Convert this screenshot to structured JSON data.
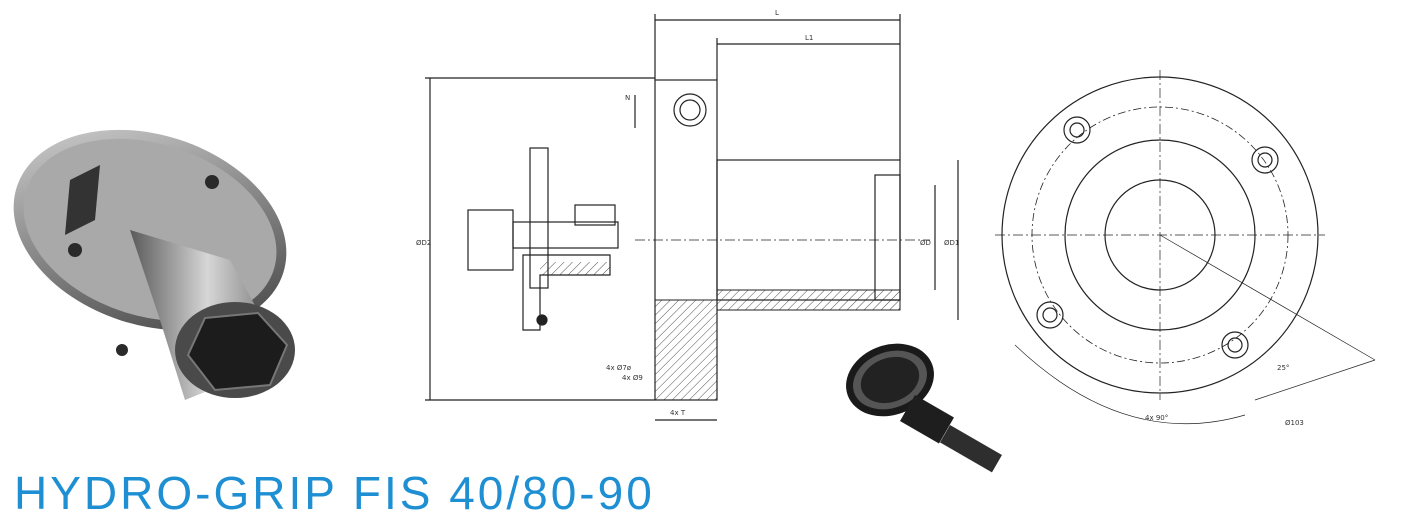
{
  "title": "HYDRO-GRIP FIS 40/80-90",
  "drawing_labels": {
    "L": "L",
    "L1": "L1",
    "N": "N",
    "D2": "ØD2",
    "D": "ØD",
    "D1": "ØD1",
    "hole_a": "4x Ø7ø",
    "hole_b": "4x Ø9",
    "bolt": "4x T",
    "angle_25": "25°",
    "angle_90": "4x 90°",
    "pcd": "Ø103"
  },
  "colors": {
    "title": "#1f8fd4",
    "line": "#222222",
    "metal": "#8a8a8a"
  }
}
